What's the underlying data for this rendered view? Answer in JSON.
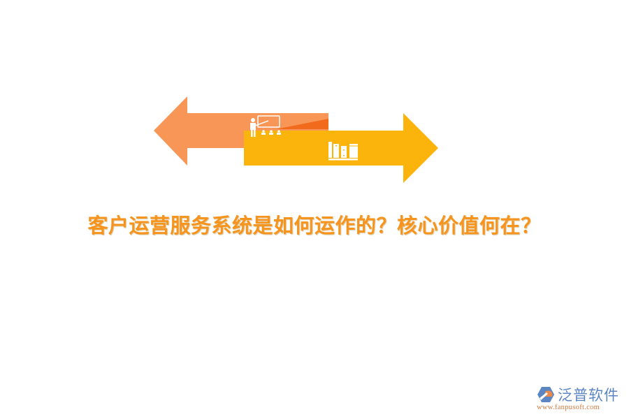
{
  "graphic": {
    "left_arrow": {
      "color": "#f79656",
      "accent_color": "#f26a1b",
      "icon": "teacher-presentation-icon"
    },
    "right_arrow": {
      "color": "#fbb40c",
      "icon": "books-shelf-icon"
    }
  },
  "title": {
    "text": "客户运营服务系统是如何运作的？核心价值何在？",
    "color": "#f7941d"
  },
  "logo": {
    "name": "泛普软件",
    "url": "www.fanpusoft.com",
    "icon": "fanpu-logo-icon"
  }
}
